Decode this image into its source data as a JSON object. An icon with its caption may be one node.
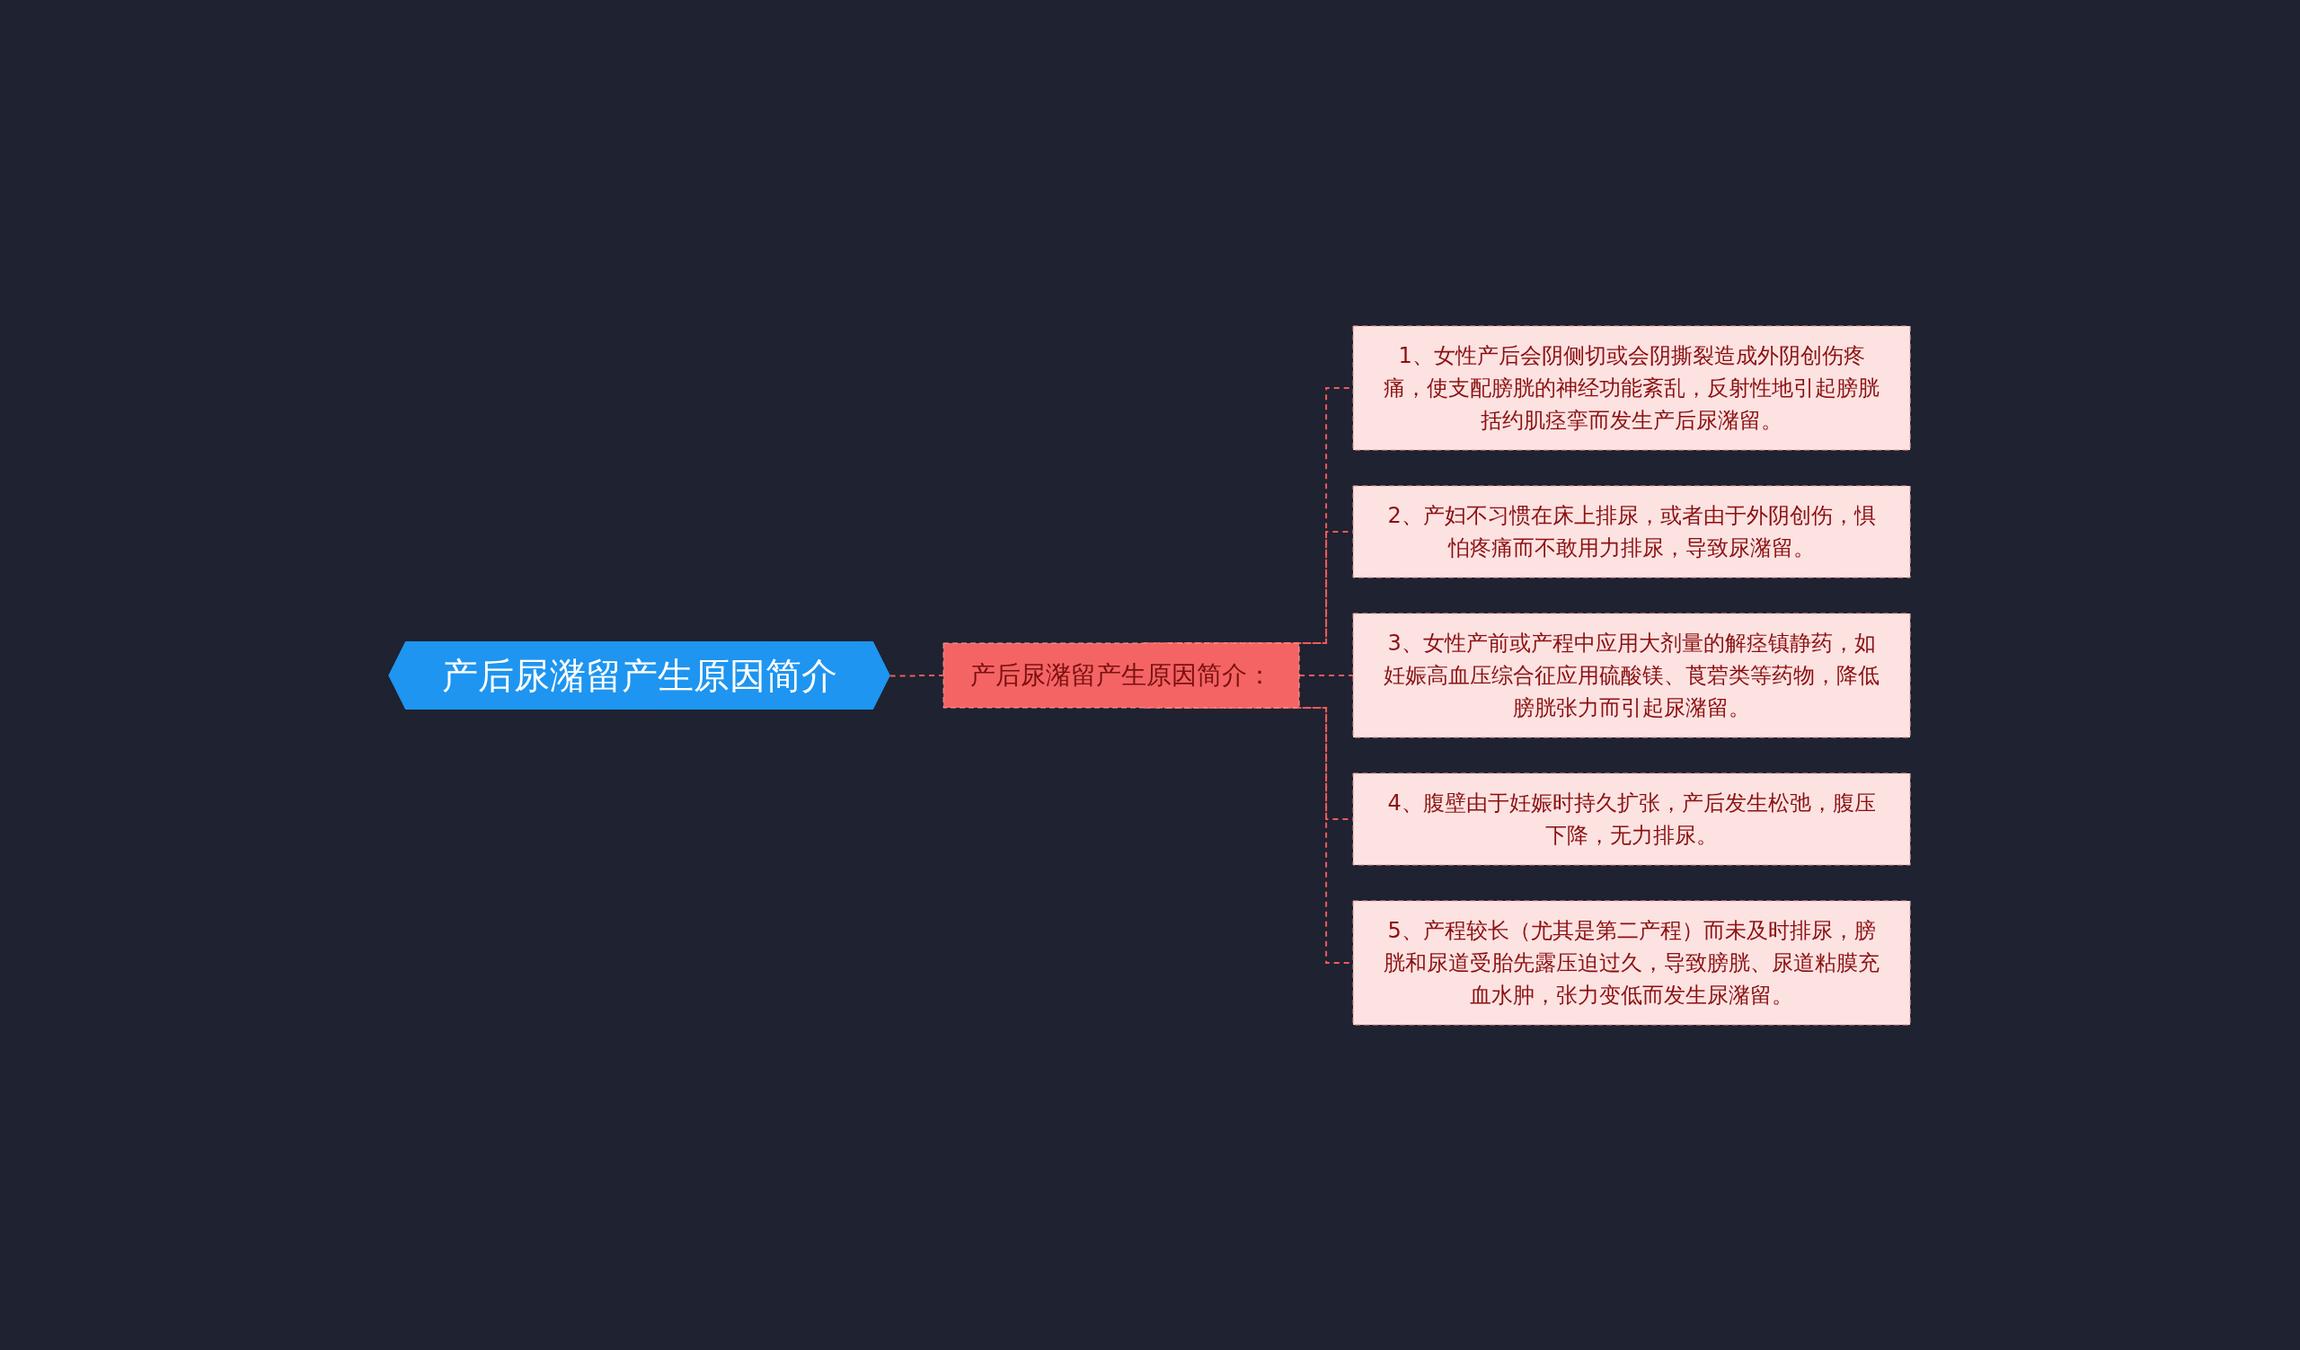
{
  "diagram": {
    "nodes": [
      {
        "text": [
          "产后尿潴留产生原因简介"
        ]
      },
      {
        "text": [
          "产后尿潴留产生原因简介："
        ]
      },
      {
        "text": [
          "1、女性产后会阴侧切或会阴撕裂造成外阴创伤疼痛，使支配膀胱的神经功能紊乱，反射性地引起膀胱括约肌痉挛而发生产后尿潴留。"
        ]
      },
      {
        "text": [
          "2、产妇不习惯在床上排尿，或者由于外阴创伤，惧怕疼痛而不敢用力排尿，导致尿潴留。"
        ]
      },
      {
        "text": [
          "3、女性产前或产程中应用大剂量的解痉镇静药，如妊娠高血压综合征应用硫酸镁、莨菪类等药物，降低膀胱张力而引起尿潴留。"
        ]
      },
      {
        "text": [
          "4、腹壁由于妊娠时持久扩张，产后发生松弛，腹压下降，无力排尿。"
        ]
      },
      {
        "text": [
          "5、产程较长（尤其是第二产程）而未及时排尿，膀胱和尿道受胎先露压迫过久，导致膀胱、尿道粘膜充血水肿，张力变低而发生尿潴留。"
        ]
      }
    ],
    "edges": [
      {
        "from": 0,
        "to": 1,
        "arrow": "none",
        "style": "dashed",
        "color": "#f05a5a"
      },
      {
        "from": 1,
        "to": 2,
        "arrow": "none",
        "style": "dashed",
        "color": "#f05a5a"
      },
      {
        "from": 1,
        "to": 3,
        "arrow": "none",
        "style": "dashed",
        "color": "#f05a5a"
      },
      {
        "from": 1,
        "to": 4,
        "arrow": "none",
        "style": "dashed",
        "color": "#f05a5a"
      },
      {
        "from": 1,
        "to": 5,
        "arrow": "none",
        "style": "dashed",
        "color": "#f05a5a"
      },
      {
        "from": 1,
        "to": 6,
        "arrow": "none",
        "style": "dashed",
        "color": "#f05a5a"
      }
    ]
  }
}
